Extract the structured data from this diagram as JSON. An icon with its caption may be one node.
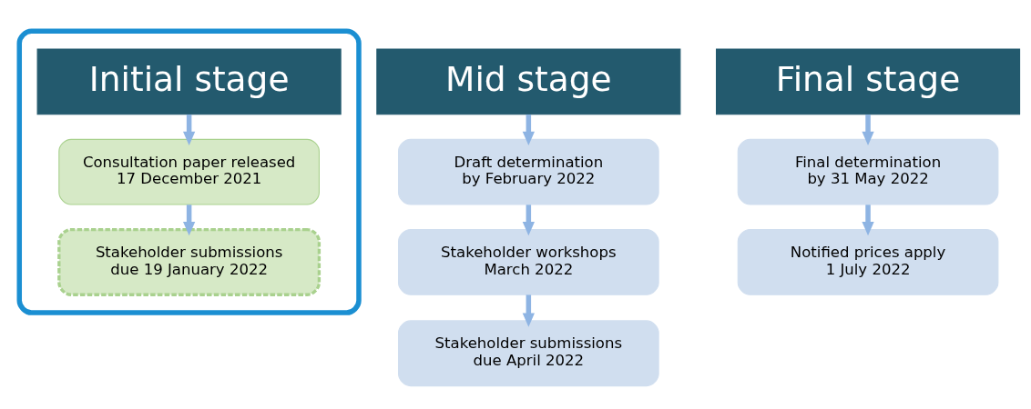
{
  "diagram": {
    "nodes": [
      {
        "text": [],
        "shape": "box"
      },
      {
        "text": [
          "Initial stage"
        ],
        "in": 0
      },
      {
        "text": [
          "Consultation paper released",
          "17 December 2021"
        ],
        "in": 0
      },
      {
        "text": [
          "Stakeholder submissions",
          "due 19 January 2022"
        ],
        "in": 0
      },
      {
        "text": [
          "Mid stage"
        ]
      },
      {
        "text": [
          "Draft determination",
          "by February 2022"
        ]
      },
      {
        "text": [
          "Stakeholder workshops",
          "March 2022"
        ]
      },
      {
        "text": [
          "Stakeholder submissions",
          "due April 2022"
        ]
      },
      {
        "text": [
          "Final stage"
        ]
      },
      {
        "text": [
          "Final determination",
          "by 31 May 2022"
        ]
      },
      {
        "text": [
          "Notified prices apply",
          "1 July 2022"
        ]
      }
    ],
    "edges": [
      {
        "from": 1,
        "to": 2,
        "arrow": "to"
      },
      {
        "from": 2,
        "to": 3,
        "arrow": "to"
      },
      {
        "from": 4,
        "to": 5,
        "arrow": "to"
      },
      {
        "from": 5,
        "to": 6,
        "arrow": "to"
      },
      {
        "from": 6,
        "to": 7,
        "arrow": "to"
      },
      {
        "from": 8,
        "to": 9,
        "arrow": "to"
      },
      {
        "from": 9,
        "to": 10,
        "arrow": "to"
      }
    ]
  }
}
